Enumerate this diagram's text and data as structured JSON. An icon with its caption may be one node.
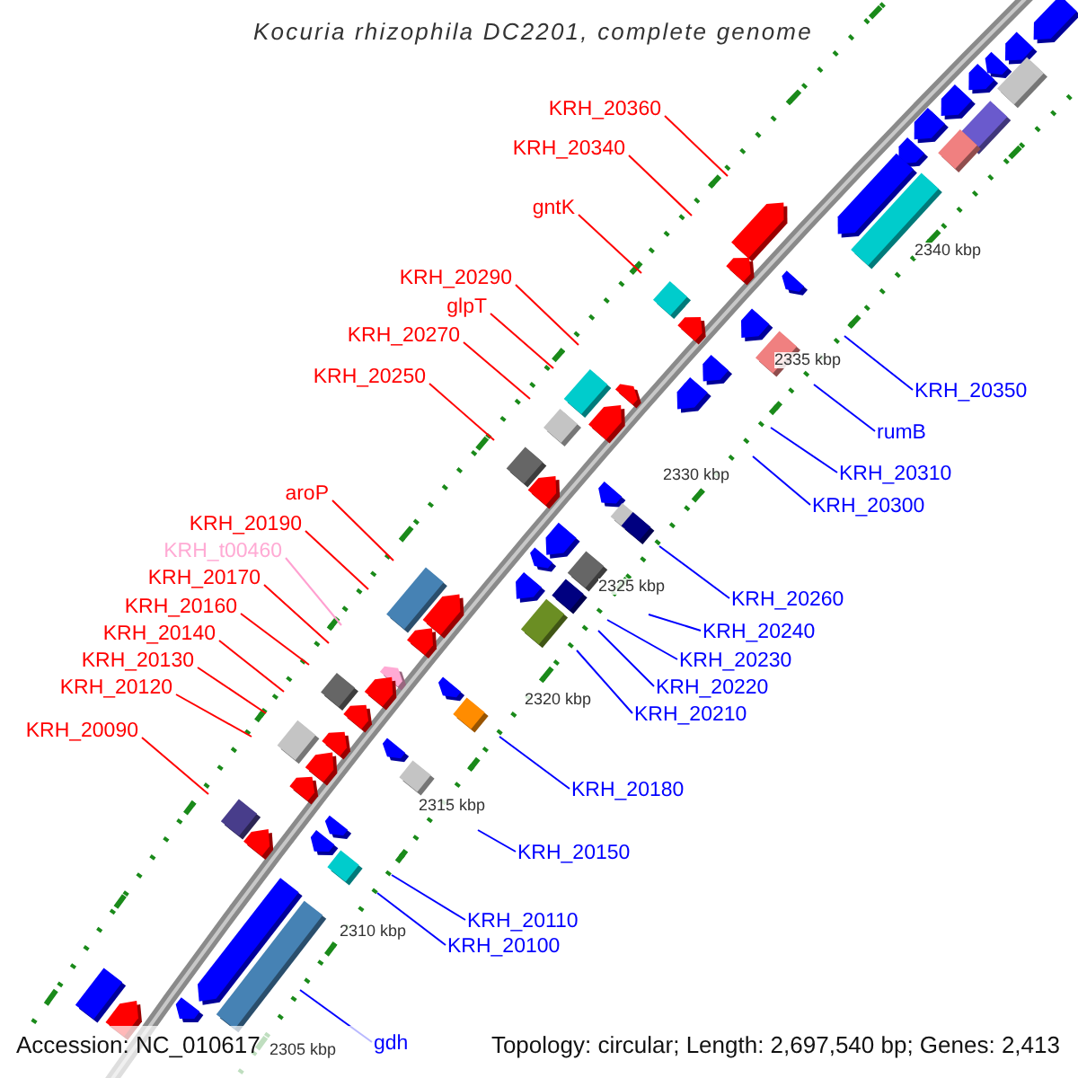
{
  "diagram": {
    "title": "Kocuria rhizophila DC2201, complete genome",
    "nodes": [
      {
        "text": [
          "KRH_20360"
        ]
      },
      {
        "text": [
          "KRH_20340"
        ]
      },
      {
        "text": [
          "gntK"
        ]
      },
      {
        "text": [
          "KRH_20290"
        ]
      },
      {
        "text": [
          "glpT"
        ]
      },
      {
        "text": [
          "KRH_20270"
        ]
      },
      {
        "text": [
          "KRH_20250"
        ]
      },
      {
        "text": [
          "aroP"
        ]
      },
      {
        "text": [
          "KRH_20190"
        ]
      },
      {
        "text": [
          "KRH_t00460"
        ]
      },
      {
        "text": [
          "KRH_20170"
        ]
      },
      {
        "text": [
          "KRH_20160"
        ]
      },
      {
        "text": [
          "KRH_20140"
        ]
      },
      {
        "text": [
          "KRH_20130"
        ]
      },
      {
        "text": [
          "KRH_20120"
        ]
      },
      {
        "text": [
          "KRH_20090"
        ]
      },
      {
        "text": [
          "KRH_20350"
        ]
      },
      {
        "text": [
          "rumB"
        ]
      },
      {
        "text": [
          "KRH_20310"
        ]
      },
      {
        "text": [
          "KRH_20300"
        ]
      },
      {
        "text": [
          "KRH_20260"
        ]
      },
      {
        "text": [
          "KRH_20240"
        ]
      },
      {
        "text": [
          "KRH_20230"
        ]
      },
      {
        "text": [
          "KRH_20220"
        ]
      },
      {
        "text": [
          "KRH_20210"
        ]
      },
      {
        "text": [
          "KRH_20180"
        ]
      },
      {
        "text": [
          "KRH_20150"
        ]
      },
      {
        "text": [
          "KRH_20110"
        ]
      },
      {
        "text": [
          "KRH_20100"
        ]
      },
      {
        "text": [
          "gdh"
        ]
      }
    ],
    "edges": [
      {
        "from": 0,
        "to": null,
        "arrow": "none"
      },
      {
        "from": 1,
        "to": null,
        "arrow": "none"
      },
      {
        "from": 2,
        "to": null,
        "arrow": "none"
      },
      {
        "from": 3,
        "to": null,
        "arrow": "none"
      },
      {
        "from": 4,
        "to": null,
        "arrow": "none"
      },
      {
        "from": 5,
        "to": null,
        "arrow": "none"
      },
      {
        "from": 6,
        "to": null,
        "arrow": "none"
      },
      {
        "from": 7,
        "to": null,
        "arrow": "none"
      },
      {
        "from": 8,
        "to": null,
        "arrow": "none"
      },
      {
        "from": 9,
        "to": null,
        "arrow": "none",
        "color": "#ffa0d0"
      },
      {
        "from": 10,
        "to": null,
        "arrow": "none"
      },
      {
        "from": 11,
        "to": null,
        "arrow": "none"
      },
      {
        "from": 12,
        "to": null,
        "arrow": "none"
      },
      {
        "from": 13,
        "to": null,
        "arrow": "none"
      },
      {
        "from": 14,
        "to": null,
        "arrow": "none"
      },
      {
        "from": 15,
        "to": null,
        "arrow": "none"
      },
      {
        "from": 16,
        "to": null,
        "arrow": "none",
        "color": "#0000ff"
      },
      {
        "from": 17,
        "to": null,
        "arrow": "none",
        "color": "#0000ff"
      },
      {
        "from": 18,
        "to": null,
        "arrow": "none",
        "color": "#0000ff"
      },
      {
        "from": 19,
        "to": null,
        "arrow": "none",
        "color": "#0000ff"
      },
      {
        "from": 20,
        "to": null,
        "arrow": "none",
        "color": "#0000ff"
      },
      {
        "from": 21,
        "to": null,
        "arrow": "none",
        "color": "#0000ff"
      },
      {
        "from": 22,
        "to": null,
        "arrow": "none",
        "color": "#0000ff"
      },
      {
        "from": 23,
        "to": null,
        "arrow": "none",
        "color": "#0000ff"
      },
      {
        "from": 24,
        "to": null,
        "arrow": "none",
        "color": "#0000ff"
      },
      {
        "from": 25,
        "to": null,
        "arrow": "none",
        "color": "#0000ff"
      },
      {
        "from": 26,
        "to": null,
        "arrow": "none",
        "color": "#0000ff"
      },
      {
        "from": 27,
        "to": null,
        "arrow": "none",
        "color": "#0000ff"
      },
      {
        "from": 28,
        "to": null,
        "arrow": "none",
        "color": "#0000ff"
      },
      {
        "from": 29,
        "to": null,
        "arrow": "none",
        "color": "#0000ff"
      }
    ],
    "labels": [
      "2340 kbp",
      "2335 kbp",
      "2330 kbp",
      "2325 kbp",
      "2320 kbp",
      "2315 kbp",
      "2310 kbp",
      "2305 kbp",
      "Accession: NC_010617",
      "Topology: circular; Length: 2,697,540 bp; Genes: 2,413"
    ]
  }
}
